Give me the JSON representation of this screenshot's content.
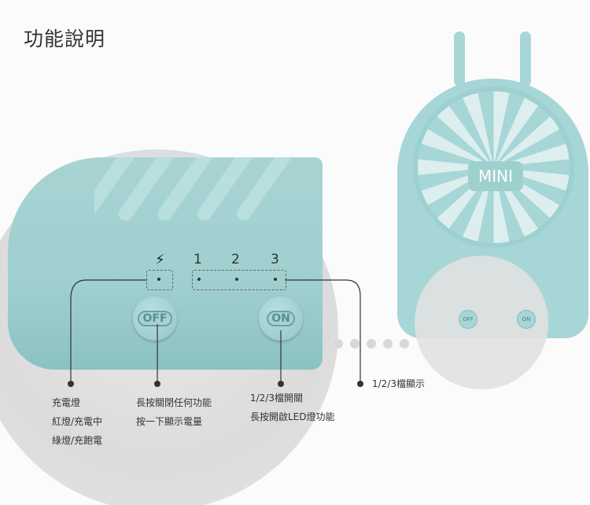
{
  "title": "功能說明",
  "device": {
    "off_label": "OFF",
    "on_label": "ON",
    "levels": [
      "1",
      "2",
      "3"
    ],
    "charge_icon": "lightning-bolt-icon",
    "brand": "MINI"
  },
  "callouts": [
    {
      "lines": [
        "充電燈",
        "紅燈/充電中",
        "綠燈/充飽電"
      ]
    },
    {
      "lines": [
        "長按關閉任何功能",
        "按一下顯示電量"
      ]
    },
    {
      "lines": [
        "1/2/3檔開關",
        "長按開啟LED燈功能"
      ]
    },
    {
      "lines": [
        "1/2/3檔顯示"
      ]
    }
  ]
}
